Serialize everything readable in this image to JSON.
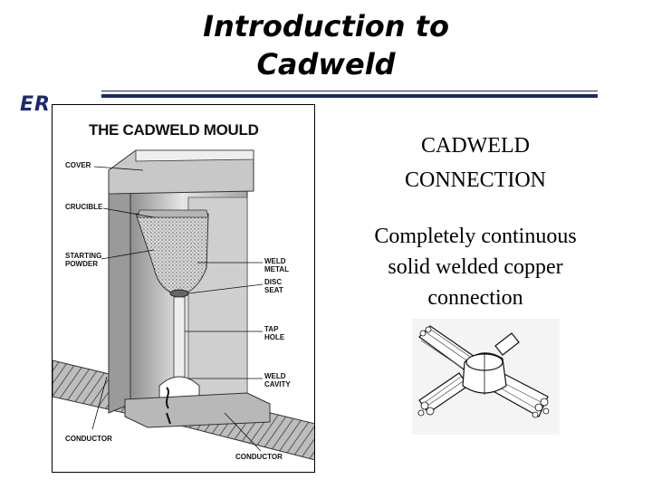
{
  "slide": {
    "title": "Introduction to Cadweld",
    "logo_text": "ER",
    "accent_color": "#1c2a6b"
  },
  "mould_figure": {
    "title": "THE CADWELD MOULD",
    "labels": {
      "cover": "COVER",
      "crucible": "CRUCIBLE",
      "starting_powder_1": "STARTING",
      "starting_powder_2": "POWDER",
      "weld_metal_1": "WELD",
      "weld_metal_2": "METAL",
      "disc_seat_1": "DISC",
      "disc_seat_2": "SEAT",
      "tap_hole_1": "TAP",
      "tap_hole_2": "HOLE",
      "weld_cavity_1": "WELD",
      "weld_cavity_2": "CAVITY",
      "conductor_left": "CONDUCTOR",
      "conductor_right": "CONDUCTOR"
    }
  },
  "right_panel": {
    "heading_1": "CADWELD",
    "heading_2": "CONNECTION",
    "body_1": "Completely continuous",
    "body_2": "solid welded copper",
    "body_3": "connection"
  }
}
